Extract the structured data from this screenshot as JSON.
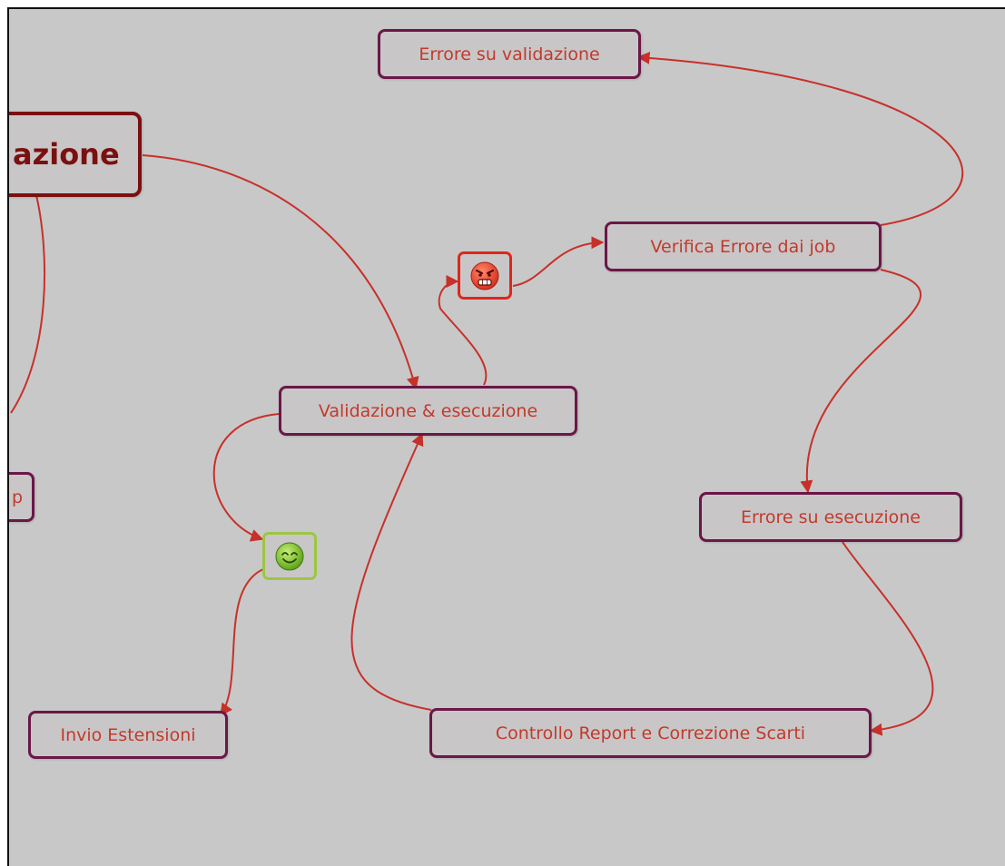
{
  "mindmap": {
    "central": {
      "label": "azione"
    },
    "nodes": {
      "validazione_esecuzione": "Validazione & esecuzione",
      "errore_validazione": "Errore su validazione",
      "verifica_errore": "Verifica Errore dai job",
      "errore_esecuzione": "Errore su esecuzione",
      "controllo_report": "Controllo Report e Correzione Scarti",
      "invio_estensioni": "Invio Estensioni",
      "partial_left": "p"
    },
    "icons": {
      "angry": "angry-face",
      "happy": "smiling-face"
    },
    "colors": {
      "connector": "#c8302a",
      "node_border": "#6b1747",
      "node_text": "#c23a2a",
      "central_border": "#7a1010",
      "angry_border": "#e0261b",
      "happy_border": "#9cc641",
      "canvas": "#c8c8c8"
    }
  }
}
